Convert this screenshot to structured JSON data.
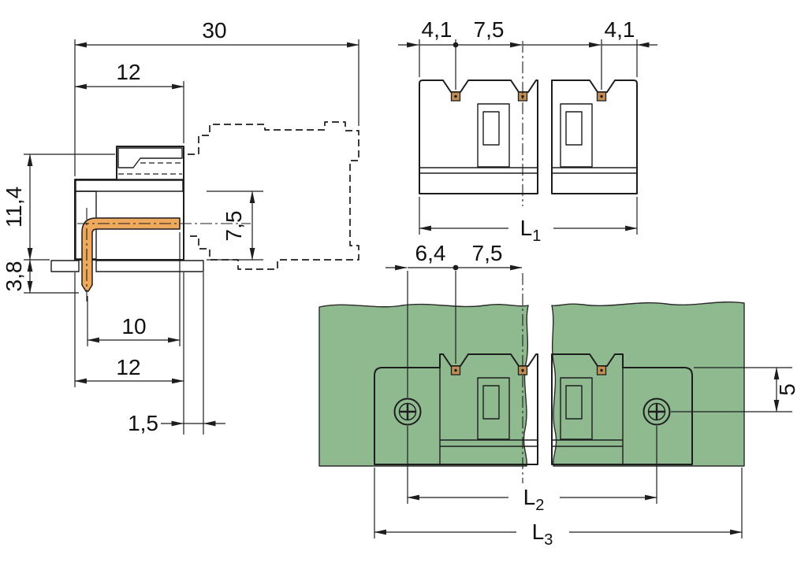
{
  "colors": {
    "line": "#1d1d1d",
    "body_gray": "#d8dedd",
    "pcb_green": "#8fba90",
    "pin_orange": "#efa95d",
    "contact_tan": "#c08e52"
  },
  "side_view": {
    "dim_total_width": "30",
    "dim_width_top": "12",
    "dim_height": "11,4",
    "dim_pin_protrusion": "3,8",
    "dim_plug_depth": "7,5",
    "dim_pin_length": "10",
    "dim_width_bottom": "12",
    "dim_pcb_edge": "1,5"
  },
  "front_view": {
    "dim_left_margin": "4,1",
    "dim_pole_pitch": "7,5",
    "dim_right_margin": "4,1",
    "dim_total_length": {
      "base": "L",
      "sub": "1"
    }
  },
  "board_view": {
    "dim_screw_to_pole": "6,4",
    "dim_pole_pitch": "7,5",
    "dim_screw_offset": "5",
    "dim_screw_spacing": {
      "base": "L",
      "sub": "2"
    },
    "dim_total_length": {
      "base": "L",
      "sub": "3"
    }
  }
}
